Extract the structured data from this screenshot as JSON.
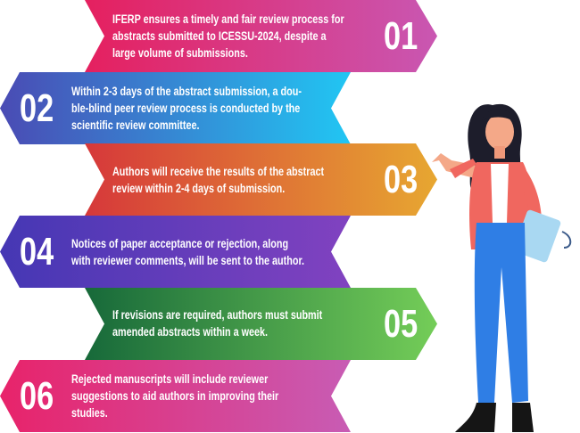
{
  "steps": [
    {
      "number": "01",
      "text": [
        "IFERP ensures a timely and fair review process for",
        "abstracts submitted to ICESSU-2024, despite a",
        "large volume of submissions."
      ],
      "colors": [
        "#e5205f",
        "#c957b2"
      ]
    },
    {
      "number": "02",
      "text": [
        "Within 2-3 days of the abstract submission, a dou-",
        "ble-blind peer review process is conducted by the",
        "scientific review committee."
      ],
      "colors": [
        "#4a4bb4",
        "#21c6f3"
      ]
    },
    {
      "number": "03",
      "text": [
        "Authors will receive the results of the abstract",
        "review within 2-4 days of submission."
      ],
      "colors": [
        "#d6383a",
        "#e7a731"
      ]
    },
    {
      "number": "04",
      "text": [
        "Notices of paper acceptance or rejection, along",
        "with reviewer comments, will be sent to the author."
      ],
      "colors": [
        "#4537b4",
        "#8142c0"
      ]
    },
    {
      "number": "05",
      "text": [
        "If revisions are required, authors must submit",
        "amended abstracts within a week."
      ],
      "colors": [
        "#17693a",
        "#74cd58"
      ]
    },
    {
      "number": "06",
      "text": [
        "Rejected manuscripts will include reviewer",
        "suggestions to aid authors in improving their",
        "studies."
      ],
      "colors": [
        "#e8236a",
        "#c85cb4"
      ]
    }
  ]
}
